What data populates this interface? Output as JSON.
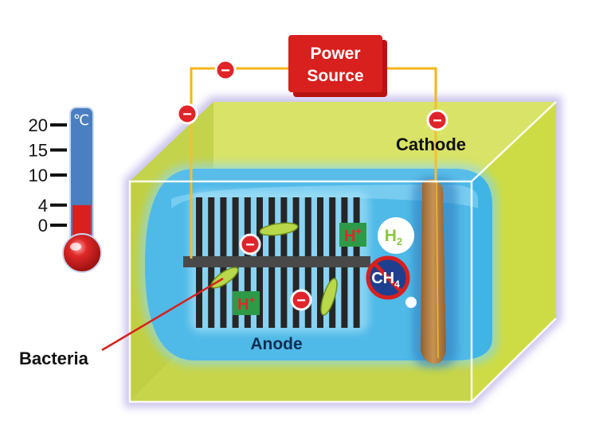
{
  "power_source": {
    "line1": "Power",
    "line2": "Source"
  },
  "cathode_label": "Cathode",
  "anode_label": "Anode",
  "bacteria_label": "Bacteria",
  "electron_symbol": "−",
  "proton": {
    "base": "H",
    "charge": "+"
  },
  "hydrogen": {
    "base": "H",
    "sub": "2"
  },
  "methane": {
    "base": "CH",
    "sub": "4"
  },
  "thermometer": {
    "unit": "℃",
    "ticks": [
      "20",
      "15",
      "10",
      "4",
      "0"
    ],
    "level_celsius": 4
  },
  "colors": {
    "box": "#c8d83a",
    "liquid": "#41b4e6",
    "power_box": "#d8201e",
    "wire": "#f4b41a",
    "electrode": "#b0742e",
    "electron": "#e0242a",
    "proton_bg": "#2e9a48",
    "hydrogen": "#8cc63f",
    "methane_ring": "#d8201e",
    "methane_fill": "#1e3f8f",
    "thermo_red": "#d8201e",
    "thermo_blue": "#4a7fc1"
  }
}
